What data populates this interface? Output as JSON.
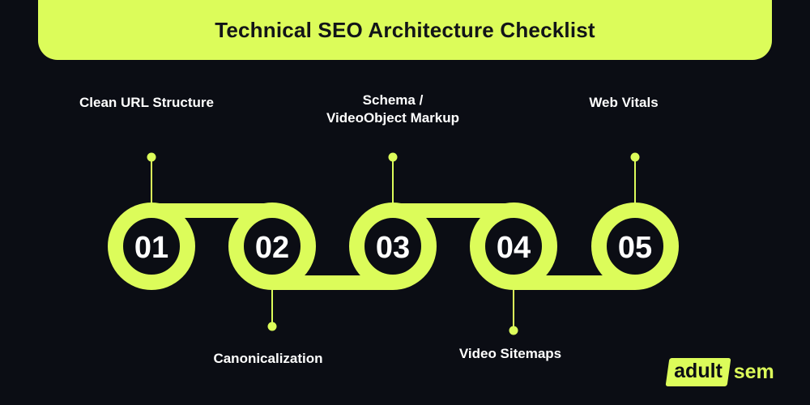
{
  "title": "Technical SEO Architecture Checklist",
  "accent_color": "#dcfc5a",
  "background_color": "#0b0d14",
  "steps": [
    {
      "number": "01",
      "label_lines": [
        "Clean URL Structure"
      ],
      "label_position": "above"
    },
    {
      "number": "02",
      "label_lines": [
        "Canonicalization"
      ],
      "label_position": "below"
    },
    {
      "number": "03",
      "label_lines": [
        "Schema /",
        "VideoObject Markup"
      ],
      "label_position": "above"
    },
    {
      "number": "04",
      "label_lines": [
        "Video Sitemaps"
      ],
      "label_position": "below"
    },
    {
      "number": "05",
      "label_lines": [
        "Web Vitals"
      ],
      "label_position": "above"
    }
  ],
  "logo": {
    "box_text": "adult",
    "rest_text": "sem"
  }
}
